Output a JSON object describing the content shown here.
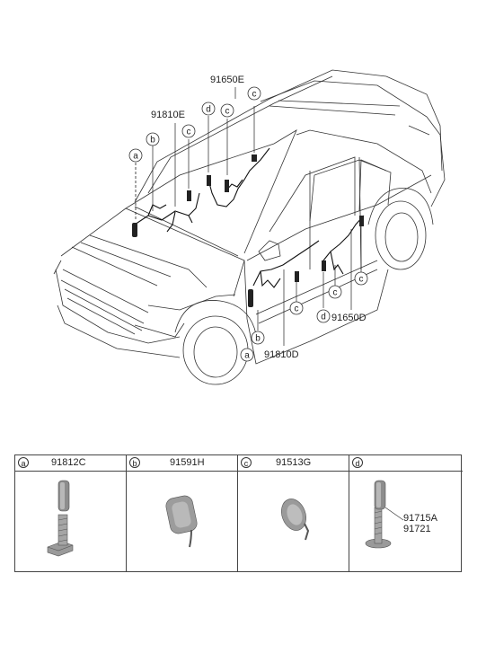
{
  "callouts": {
    "part_91650E": "91650E",
    "part_91810E": "91810E",
    "part_91810D": "91810D",
    "part_91650D": "91650D",
    "letter_a": "a",
    "letter_b": "b",
    "letter_c": "c",
    "letter_d": "d"
  },
  "parts_table": {
    "columns": [
      {
        "letter": "a",
        "code": "91812C",
        "extra": ""
      },
      {
        "letter": "b",
        "code": "91591H",
        "extra": ""
      },
      {
        "letter": "c",
        "code": "91513G",
        "extra": ""
      },
      {
        "letter": "d",
        "code": "",
        "extra": "91715A"
      }
    ],
    "extra_d2": "91721"
  }
}
